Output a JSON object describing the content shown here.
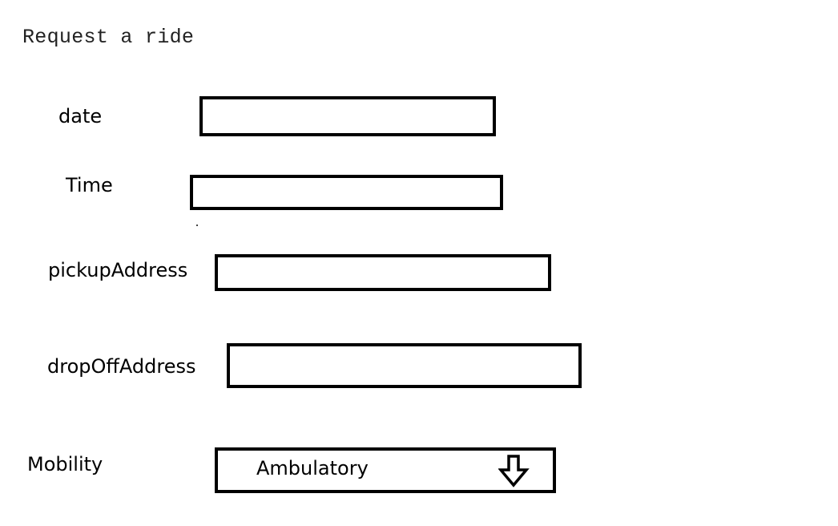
{
  "form": {
    "title": "Request a ride",
    "fields": {
      "date": {
        "label": "date",
        "value": ""
      },
      "time": {
        "label": "Time",
        "value": ""
      },
      "pickup": {
        "label": "pickupAddress",
        "value": ""
      },
      "dropoff": {
        "label": "dropOffAddress",
        "value": ""
      },
      "mobility": {
        "label": "Mobility",
        "selected": "Ambulatory",
        "icon": "arrow-down-icon"
      }
    }
  }
}
